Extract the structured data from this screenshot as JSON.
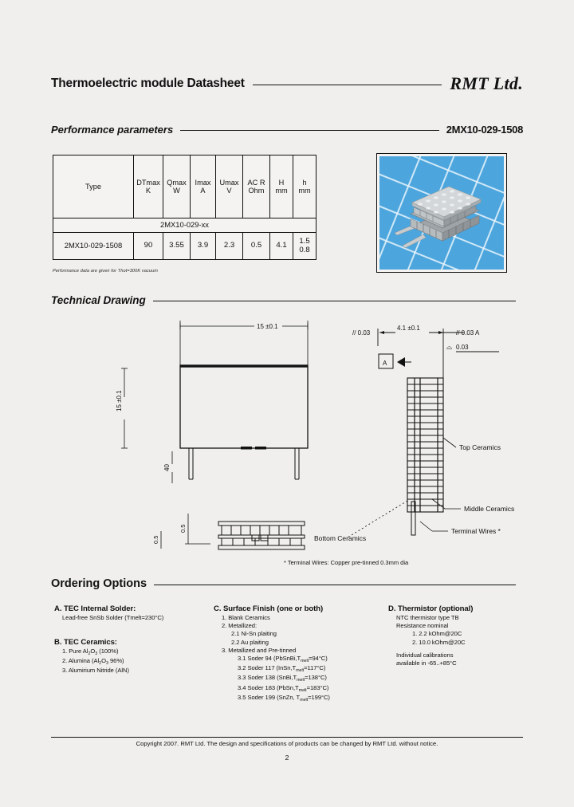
{
  "header": {
    "title": "Thermoelectric module Datasheet",
    "brand": "RMT Ltd."
  },
  "sections": {
    "performance": {
      "title": "Performance parameters",
      "part_number": "2MX10-029-1508"
    },
    "drawing": {
      "title": "Technical Drawing"
    },
    "ordering": {
      "title": "Ordering Options"
    }
  },
  "param_table": {
    "headers": [
      "Type",
      "DTmax\nK",
      "Qmax\nW",
      "Imax\nA",
      "Umax\nV",
      "AC R\nOhm",
      "H\nmm",
      "h\nmm"
    ],
    "header_cells": {
      "type": "Type",
      "dtmax_l1": "DTmax",
      "dtmax_l2": "K",
      "qmax_l1": "Qmax",
      "qmax_l2": "W",
      "imax_l1": "Imax",
      "imax_l2": "A",
      "umax_l1": "Umax",
      "umax_l2": "V",
      "acr_l1": "AC R",
      "acr_l2": "Ohm",
      "h_l1": "H",
      "h_l2": "mm",
      "hh_l1": "h",
      "hh_l2": "mm"
    },
    "family_row": "2MX10-029-xx",
    "data_row": {
      "type": "2MX10-029-1508",
      "dtmax": "90",
      "qmax": "3.55",
      "imax": "3.9",
      "umax": "2.3",
      "acr": "0.5",
      "h": "4.1",
      "hh_l1": "1.5",
      "hh_l2": "0.8"
    },
    "note": "Performance data are given for Thot=300K vacuum"
  },
  "drawing_labels": {
    "top_width": "15 ±0.1",
    "left_height": "15 ±0.1",
    "wire_length": "40",
    "thickness_dim": "0.5",
    "side_dim": "0.5",
    "flatness_left": "// 0.03",
    "total_height": "4.1 ±0.1",
    "parallelism_right": "// 0.03  A",
    "flatness_right": "0.03",
    "datum": "A",
    "top_ceramics": "Top Ceramics",
    "middle_ceramics": "Middle Ceramics",
    "terminal_wires": "Terminal Wires *",
    "bottom_ceramics": "Bottom Ceramics",
    "footnote": "* Terminal Wires: Copper pre-tinned 0.3mm dia"
  },
  "ordering": {
    "a": {
      "head": "A. TEC Internal Solder:",
      "lines": [
        "Lead-free SnSb Solder (Tmelt=230°C)"
      ]
    },
    "b": {
      "head": "B. TEC Ceramics:",
      "line1_pre": "1. Pure Al",
      "line1_sub1": "2",
      "line1_mid": "O",
      "line1_sub2": "3",
      "line1_post": " (100%)",
      "line2_pre": "2. Alumina (Al",
      "line2_sub1": "2",
      "line2_mid": "O",
      "line2_sub2": "3",
      "line2_post": " 96%)",
      "line3": "3. Alumirium Nitride (AlN)"
    },
    "c": {
      "head": "C. Surface Finish (one or both)",
      "l1": "1. Blank Ceramics",
      "l2": "2. Metallized:",
      "l21": "2.1 Ni-Sn plaiting",
      "l22": "2.2 Au plaiting",
      "l3": "3. Metallized and Pre-tinned",
      "l31_pre": "3.1 Soder 94 (PbSnBi,T",
      "l31_sub": "melt",
      "l31_post": "=94°C)",
      "l32_pre": "3.2 Soder 117 (InSn,T",
      "l32_sub": "melt",
      "l32_post": "=117°C)",
      "l33_pre": "3.3 Soder 138 (SnBi,T",
      "l33_sub": "melt",
      "l33_post": "=138°C)",
      "l34_pre": "3.4 Soder 183 (PbSn,T",
      "l34_sub": "melt",
      "l34_post": "=183°C)",
      "l35_pre": "3.5 Soder 199 (SnZn, T",
      "l35_sub": "melt",
      "l35_post": "=199°C)"
    },
    "d": {
      "head": "D. Thermistor (optional)",
      "l1": "NTC thermistor type TB",
      "l2": "Resistance nominal",
      "l3": "1. 2.2 kOhm@20C",
      "l4": "2. 10.0 kOhm@20C",
      "l5": "Individual calibrations",
      "l6": "available in -65..+85°C"
    }
  },
  "footer": {
    "copyright": "Copyright 2007. RMT Ltd. The design and specifications of products can be changed by RMT Ltd. without notice.",
    "page": "2"
  },
  "colors": {
    "page_bg": "#f0efed",
    "ink": "#111111",
    "photo_bg": "#4ca6dd",
    "photo_grid": "#e7f3fb"
  }
}
